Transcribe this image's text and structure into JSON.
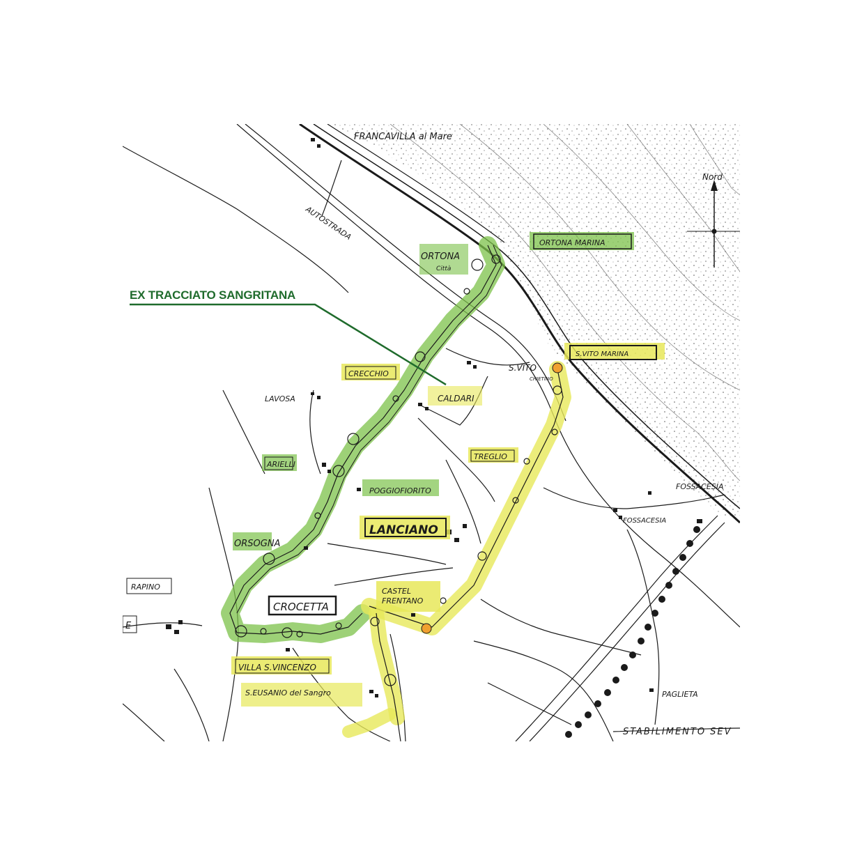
{
  "legend": {
    "route_label": "EX TRACCIATO SANGRITANA",
    "route_color": "#1f6b2c"
  },
  "colors": {
    "green_highlight": "#7cc24a",
    "yellow_highlight": "#e7e85a",
    "orange_station": "#f0a030",
    "sea_stipple": "#333333",
    "line": "#1a1a1a"
  },
  "compass": {
    "label": "Nord",
    "icon": "north-arrow-icon"
  },
  "labels": {
    "francavilla": "FRANCAVILLA al Mare",
    "autostrada": "AUTOSTRADA",
    "ortona_marina": "ORTONA MARINA",
    "ortona_citta_1": "ORTONA",
    "ortona_citta_2": "Città",
    "s_vito_marina": "S.VITO MARINA",
    "s_vito_chietino_1": "S.VITO",
    "s_vito_chietino_2": "CHIETINO",
    "crecchio": "CRECCHIO",
    "lavosa": "LAVOSA",
    "caldari": "CALDARI",
    "treglio": "TREGLIO",
    "arielli": "ARIELLI",
    "poggiofiorito": "POGGIOFIORITO",
    "lanciano": "LANCIANO",
    "orsogna": "ORSOGNA",
    "rapino": "RAPINO",
    "e_fragment": "E",
    "castel_frentano_1": "CASTEL",
    "castel_frentano_2": "FRENTANO",
    "crocetta": "CROCETTA",
    "villa_s_vincenzo": "VILLA S.VINCENZO",
    "s_eusanio": "S.EUSANIO del Sangro",
    "fossacesia_1": "FOSSACESIA",
    "fossacesia_2": "FOSSACESIA",
    "paglieta": "PAGLIETA",
    "stabilimento": "STABILIMENTO SEV"
  }
}
